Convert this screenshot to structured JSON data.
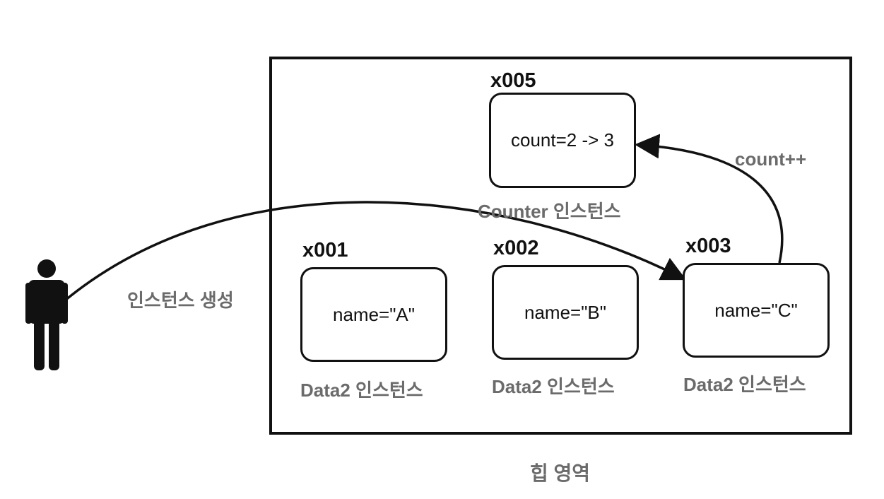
{
  "heap_area": {
    "label": "힙 영역"
  },
  "person": {
    "label": "인스턴스 생성"
  },
  "counter": {
    "address": "x005",
    "value_text": "count=2 -> 3",
    "caption": "Counter 인스턴스",
    "arrow_label": "count++"
  },
  "data_instances": [
    {
      "address": "x001",
      "value_text": "name=\"A\"",
      "caption": "Data2 인스턴스"
    },
    {
      "address": "x002",
      "value_text": "name=\"B\"",
      "caption": "Data2 인스턴스"
    },
    {
      "address": "x003",
      "value_text": "name=\"C\"",
      "caption": "Data2 인스턴스"
    }
  ],
  "colors": {
    "stroke": "#111111",
    "caption": "#6b6b6b"
  }
}
